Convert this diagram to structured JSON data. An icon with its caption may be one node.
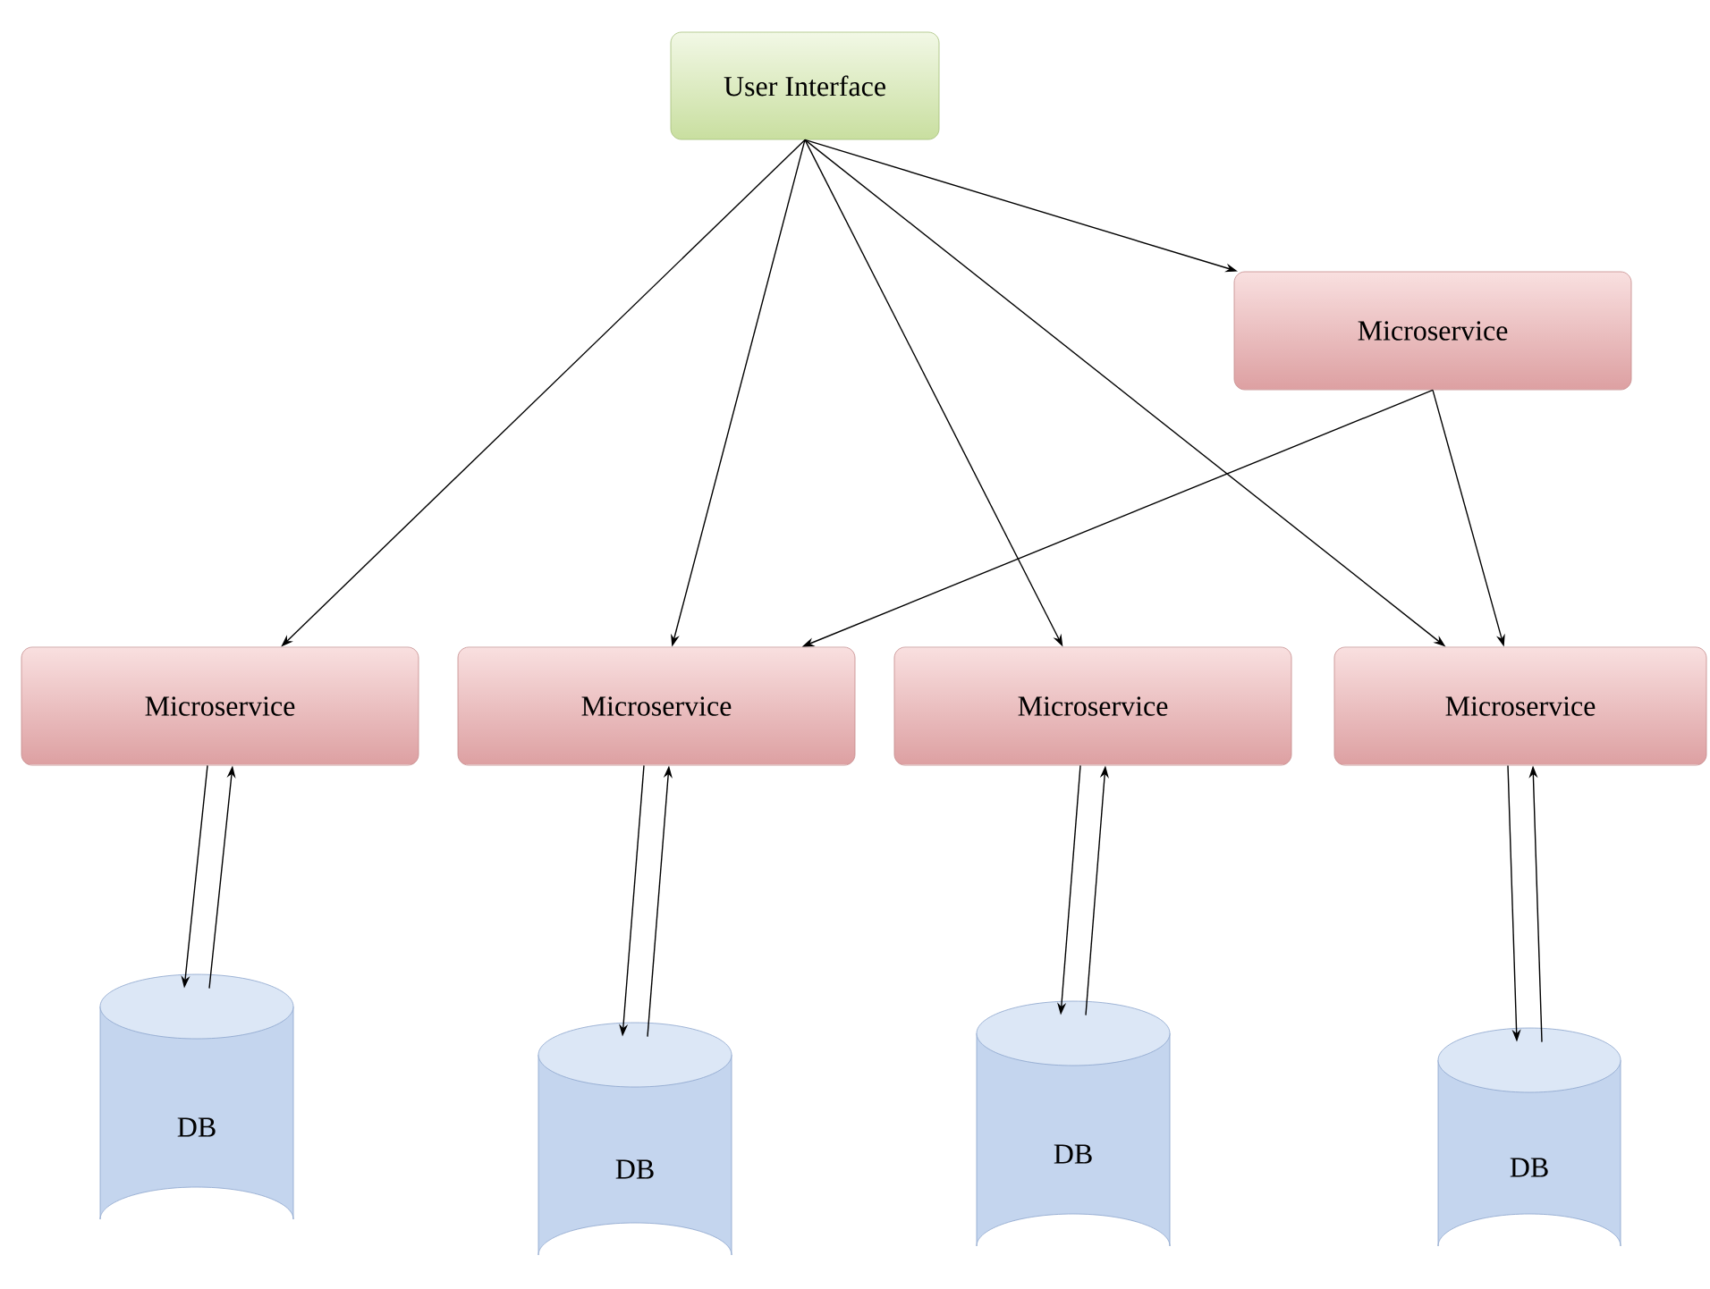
{
  "diagram": {
    "nodes": [
      {
        "text": [
          "User Interface"
        ]
      },
      {
        "text": [
          "Microservice"
        ]
      },
      {
        "text": [
          "Microservice"
        ]
      },
      {
        "text": [
          "Microservice"
        ]
      },
      {
        "text": [
          "Microservice"
        ]
      },
      {
        "text": [
          "Microservice"
        ]
      },
      {
        "text": [
          "DB"
        ]
      },
      {
        "text": [
          "DB"
        ]
      },
      {
        "text": [
          "DB"
        ]
      },
      {
        "text": [
          "DB"
        ]
      }
    ],
    "edges": [
      {
        "from": 0,
        "to": 1,
        "arrow": "to"
      },
      {
        "from": 0,
        "to": 2,
        "arrow": "to"
      },
      {
        "from": 0,
        "to": 3,
        "arrow": "to"
      },
      {
        "from": 0,
        "to": 4,
        "arrow": "to"
      },
      {
        "from": 0,
        "to": 5,
        "arrow": "to"
      },
      {
        "from": 1,
        "to": 3,
        "arrow": "to"
      },
      {
        "from": 1,
        "to": 5,
        "arrow": "to"
      },
      {
        "from": 2,
        "to": 6,
        "arrow": "to"
      },
      {
        "from": 6,
        "to": 2,
        "arrow": "to"
      },
      {
        "from": 3,
        "to": 7,
        "arrow": "to"
      },
      {
        "from": 7,
        "to": 3,
        "arrow": "to"
      },
      {
        "from": 4,
        "to": 8,
        "arrow": "to"
      },
      {
        "from": 8,
        "to": 4,
        "arrow": "to"
      },
      {
        "from": 5,
        "to": 9,
        "arrow": "to"
      },
      {
        "from": 9,
        "to": 5,
        "arrow": "to"
      }
    ]
  }
}
